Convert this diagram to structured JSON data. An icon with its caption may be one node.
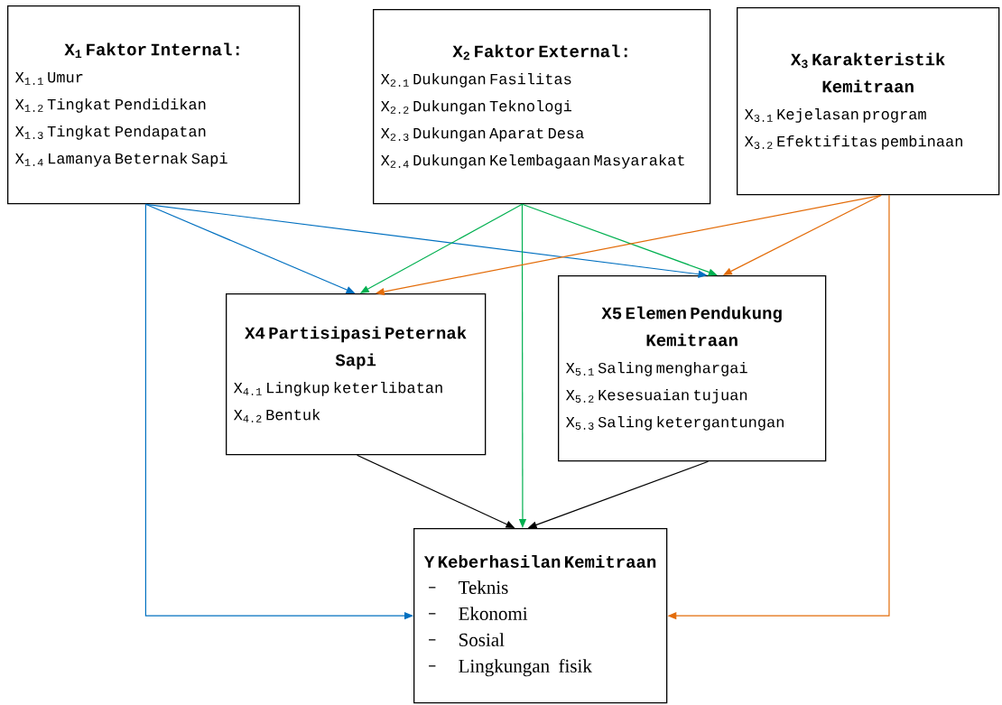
{
  "diagram": {
    "nodes": [
      {
        "text": [
          "X$_{1}$ Faktor Internal:",
          "X$_{1.1}$ Umur",
          "X$_{1.2}$ Tingkat Pendidikan",
          "X$_{1.3}$ Tingkat Pendapatan",
          "X$_{1.4}$ Lamanya Beternak Sapi"
        ]
      },
      {
        "text": [
          "X$_{2}$ Faktor External:",
          "X$_{2.1}$ Dukungan Fasilitas",
          "X$_{2.2}$ Dukungan Teknologi",
          "X$_{2.3}$ Dukungan Aparat Desa",
          "X$_{2.4}$ Dukungan Kelembagaan Masyarakat"
        ]
      },
      {
        "text": [
          "X$_{3}$ Karakteristik Kemitraan",
          "X$_{3.1}$ Kejelasan program",
          "X$_{3.2}$ Efektifitas pembinaan"
        ]
      },
      {
        "text": [
          "X4 Partisipasi Peternak Sapi",
          "X$_{4.1}$ Lingkup keterlibatan",
          "X$_{4.2}$ Bentuk"
        ]
      },
      {
        "text": [
          "X5 Elemen Pendukung Kemitraan",
          "X$_{5.1}$ Saling menghargai",
          "X$_{5.2}$ Kesesuaian tujuan",
          "X$_{5.3}$ Saling ketergantungan"
        ]
      },
      {
        "text": [
          "Y Keberhasilan Kemitraan",
          "Teknis",
          "Ekonomi",
          "Sosial",
          "Lingkungan fisik"
        ]
      }
    ],
    "edges": [
      {
        "from": 0,
        "to": 3,
        "arrow": "to",
        "color": "#0070c0"
      },
      {
        "from": 0,
        "to": 4,
        "arrow": "to",
        "color": "#0070c0"
      },
      {
        "from": 0,
        "to": 5,
        "arrow": "to",
        "color": "#0070c0"
      },
      {
        "from": 1,
        "to": 3,
        "arrow": "to",
        "color": "#00b050"
      },
      {
        "from": 1,
        "to": 4,
        "arrow": "to",
        "color": "#00b050"
      },
      {
        "from": 1,
        "to": 5,
        "arrow": "to",
        "color": "#00b050"
      },
      {
        "from": 2,
        "to": 3,
        "arrow": "to",
        "color": "#e36c09"
      },
      {
        "from": 2,
        "to": 4,
        "arrow": "to",
        "color": "#e36c09"
      },
      {
        "from": 2,
        "to": 5,
        "arrow": "to",
        "color": "#e36c09"
      },
      {
        "from": 3,
        "to": 5,
        "arrow": "to",
        "color": "#000000"
      },
      {
        "from": 4,
        "to": 5,
        "arrow": "to",
        "color": "#000000"
      }
    ]
  }
}
